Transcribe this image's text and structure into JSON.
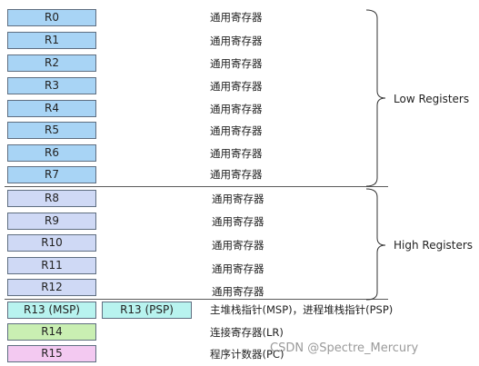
{
  "low_registers": [
    {
      "name": "R0",
      "desc": "通用寄存器"
    },
    {
      "name": "R1",
      "desc": "通用寄存器"
    },
    {
      "name": "R2",
      "desc": "通用寄存器"
    },
    {
      "name": "R3",
      "desc": "通用寄存器"
    },
    {
      "name": "R4",
      "desc": "通用寄存器"
    },
    {
      "name": "R5",
      "desc": "通用寄存器"
    },
    {
      "name": "R6",
      "desc": "通用寄存器"
    },
    {
      "name": "R7",
      "desc": "通用寄存器"
    }
  ],
  "high_registers": [
    {
      "name": "R8",
      "desc": "通用寄存器"
    },
    {
      "name": "R9",
      "desc": "通用寄存器"
    },
    {
      "name": "R10",
      "desc": "通用寄存器"
    },
    {
      "name": "R11",
      "desc": "通用寄存器"
    },
    {
      "name": "R12",
      "desc": "通用寄存器"
    }
  ],
  "special_registers": {
    "r13_msp": "R13 (MSP)",
    "r13_psp": "R13 (PSP)",
    "r13_desc": "主堆栈指针(MSP)，进程堆栈指针(PSP)",
    "r14": "R14",
    "r14_desc": "连接寄存器(LR)",
    "r15": "R15",
    "r15_desc": "程序计数器(PC)"
  },
  "groups": {
    "low_label": "Low Registers",
    "high_label": "High Registers"
  },
  "watermark": "CSDN @Spectre_Mercury",
  "colors": {
    "low": "#a8d4f5",
    "high": "#cfd9f5",
    "sp": "#b8f3ef",
    "lr": "#c9efb2",
    "pc": "#f3c9f1"
  }
}
